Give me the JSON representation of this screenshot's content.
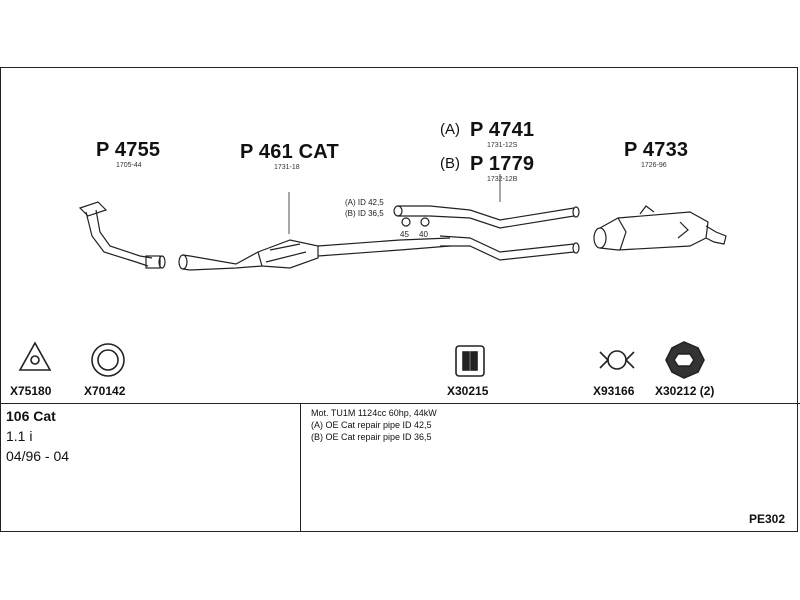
{
  "parts": {
    "downpipe": {
      "number": "P 4755",
      "ref": "1705-44"
    },
    "catalyst": {
      "number": "P 461 CAT",
      "ref": "1731-18"
    },
    "middle_a": {
      "variant": "(A)",
      "number": "P 4741",
      "ref": "1731-12S"
    },
    "middle_b": {
      "variant": "(B)",
      "number": "P 1779",
      "ref": "1732-12B"
    },
    "rear": {
      "number": "P 4733",
      "ref": "1726-96"
    }
  },
  "pipe_notes": {
    "id_a": "(A) ID 42,5",
    "id_b": "(B) ID 36,5",
    "dim_45": "45",
    "dim_40": "40"
  },
  "accessories": [
    {
      "code": "X75180",
      "icon": "triangle-gasket-icon"
    },
    {
      "code": "X70142",
      "icon": "ring-gasket-icon"
    },
    {
      "code": "X30215",
      "icon": "rubber-hanger-icon"
    },
    {
      "code": "X93166",
      "icon": "pipe-clamp-icon"
    },
    {
      "code": "X30212 (2)",
      "icon": "mounting-rubber-icon"
    }
  ],
  "vehicle": {
    "model": "106 Cat",
    "engine": "1.1 i",
    "years": "04/96 - 04"
  },
  "spec_lines": [
    "Mot. TU1M 1124cc 60hp, 44kW",
    "(A) OE Cat repair pipe ID 42,5",
    "(B) OE Cat repair pipe ID 36,5"
  ],
  "diagram_code": "PE302"
}
